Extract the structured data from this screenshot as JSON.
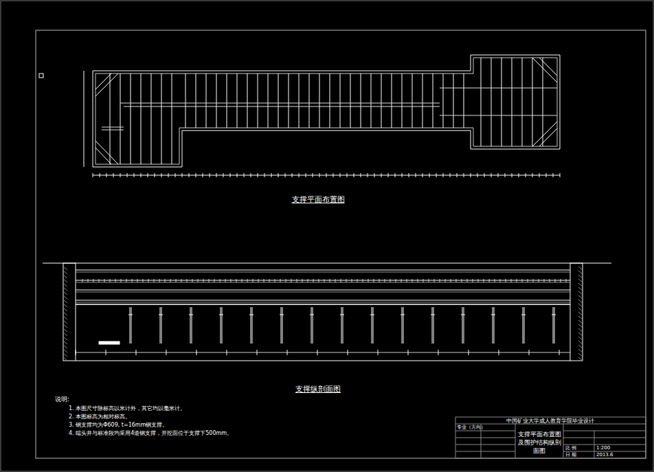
{
  "diagram": {
    "labels": [
      "支撑平面布置图",
      "支撑纵剖面图",
      "说明:",
      "1. 本图尺寸除标高以米计外，其它均以毫米计。",
      "2. 本图标高为相对标高。",
      "3. 钢支撑均为Φ609, t=16mm钢支撑。",
      "4. 端头井与标准段均采用4道钢支撑，开挖面位于支撑下500mm。",
      "中国矿业大学成人教育学院毕业设计",
      "专业（方向）",
      "支撑平面布置图及围护结构纵剖面图",
      "比 例",
      "1:200",
      "日 期",
      "2013.6"
    ]
  }
}
